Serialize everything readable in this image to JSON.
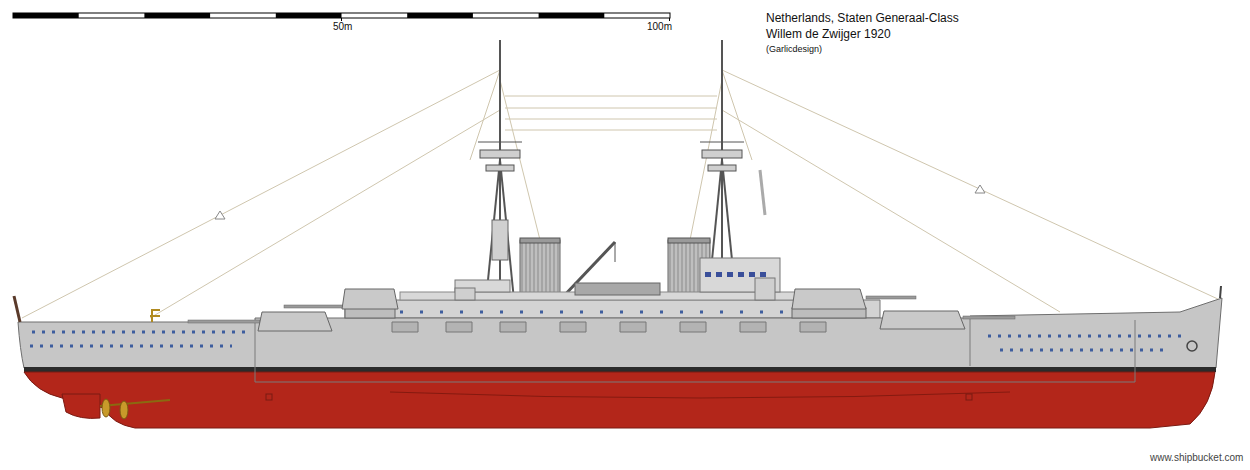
{
  "diagram": {
    "title": "Netherlands, Staten Generaal-Class",
    "labels": [
      "Willem de Zwijger 1920",
      "(Garlicdesign)",
      "50m",
      "100m",
      "www.shipbucket.com"
    ]
  }
}
